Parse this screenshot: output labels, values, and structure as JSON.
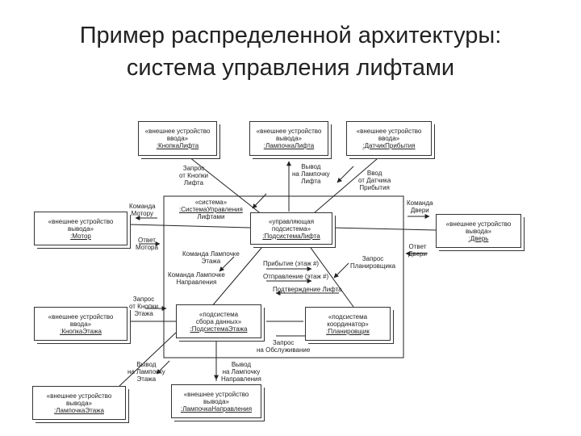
{
  "title": {
    "line1": "Пример распределенной архитектуры:",
    "line2": "система управления лифтами"
  },
  "boxes": {
    "button_lift": {
      "stereo": "«внешнее устройство",
      "kind": "ввода»",
      "name": ":КнопкаЛифта"
    },
    "lamp_lift": {
      "stereo": "«внешнее устройство",
      "kind": "вывода»",
      "name": ":ЛампочкаЛифта"
    },
    "sensor": {
      "stereo": "«внешнее устройство",
      "kind": "ввода»",
      "name": ":ДатчикПрибытия"
    },
    "motor": {
      "stereo": "«внешнее устройство",
      "kind": "вывода»",
      "name": ":Мотор"
    },
    "door": {
      "stereo": "«внешнее устройство",
      "kind": "вывода»",
      "name": ":Дверь"
    },
    "floor_button": {
      "stereo": "«внешнее устройство",
      "kind": "ввода»",
      "name": ":КнопкаЭтажа"
    },
    "floor_lamp": {
      "stereo": "«внешнее устройство",
      "kind": "вывода»",
      "name": ":ЛампочкаЭтажа"
    },
    "dir_lamp": {
      "stereo": "«внешнее устройство",
      "kind": "вывода»",
      "name": ":ЛампочкаНаправления"
    },
    "system": {
      "stereo": "«система»",
      "name1": ":СистемаУправления",
      "name2": "Лифтами"
    },
    "lift_ctrl": {
      "stereo": "«управляющая",
      "kind": "подсистема»",
      "name": ":ПодсистемаЛифта"
    },
    "floor_sub": {
      "stereo": "«подсистема",
      "kind": "сбора данных»",
      "name": ":ПодсистемаЭтажа"
    },
    "scheduler": {
      "stereo": "«подсистема",
      "kind": "координатор»",
      "name": ":Планировщик"
    }
  },
  "labels": {
    "req_lift_button": [
      "Запрос",
      "от Кнопки",
      "Лифта"
    ],
    "out_lift_lamp": [
      "Вывод",
      "на Лампочку",
      "Лифта"
    ],
    "in_sensor": [
      "Ввод",
      "от Датчика",
      "Прибытия"
    ],
    "motor_cmd": [
      "Команда",
      "Мотору"
    ],
    "motor_resp": [
      "Ответ",
      "Мотора"
    ],
    "door_cmd": [
      "Команда",
      "Двери"
    ],
    "door_resp": [
      "Ответ",
      "Двери"
    ],
    "floor_lamp_cmd": [
      "Команда Лампочке",
      "Этажа"
    ],
    "dir_lamp_cmd": [
      "Команда Лампочке",
      "Направления"
    ],
    "arrival": "Прибытие (этаж #)",
    "service_req": [
      "Запрос",
      "Планировщика"
    ],
    "departure": "Отправление (этаж #)",
    "confirm": "Подтверждение Лифта",
    "req_floor_button": [
      "Запрос",
      "от Кнопки",
      "Этажа"
    ],
    "service_request": [
      "Запрос",
      "на Обслуживание"
    ],
    "out_floor_lamp": [
      "Вывод",
      "на Лампочку",
      "Этажа"
    ],
    "out_dir_lamp": [
      "Вывод",
      "на Лампочку",
      "Направления"
    ]
  },
  "colors": {
    "line": "#222222",
    "text": "#222222",
    "background": "#ffffff"
  }
}
